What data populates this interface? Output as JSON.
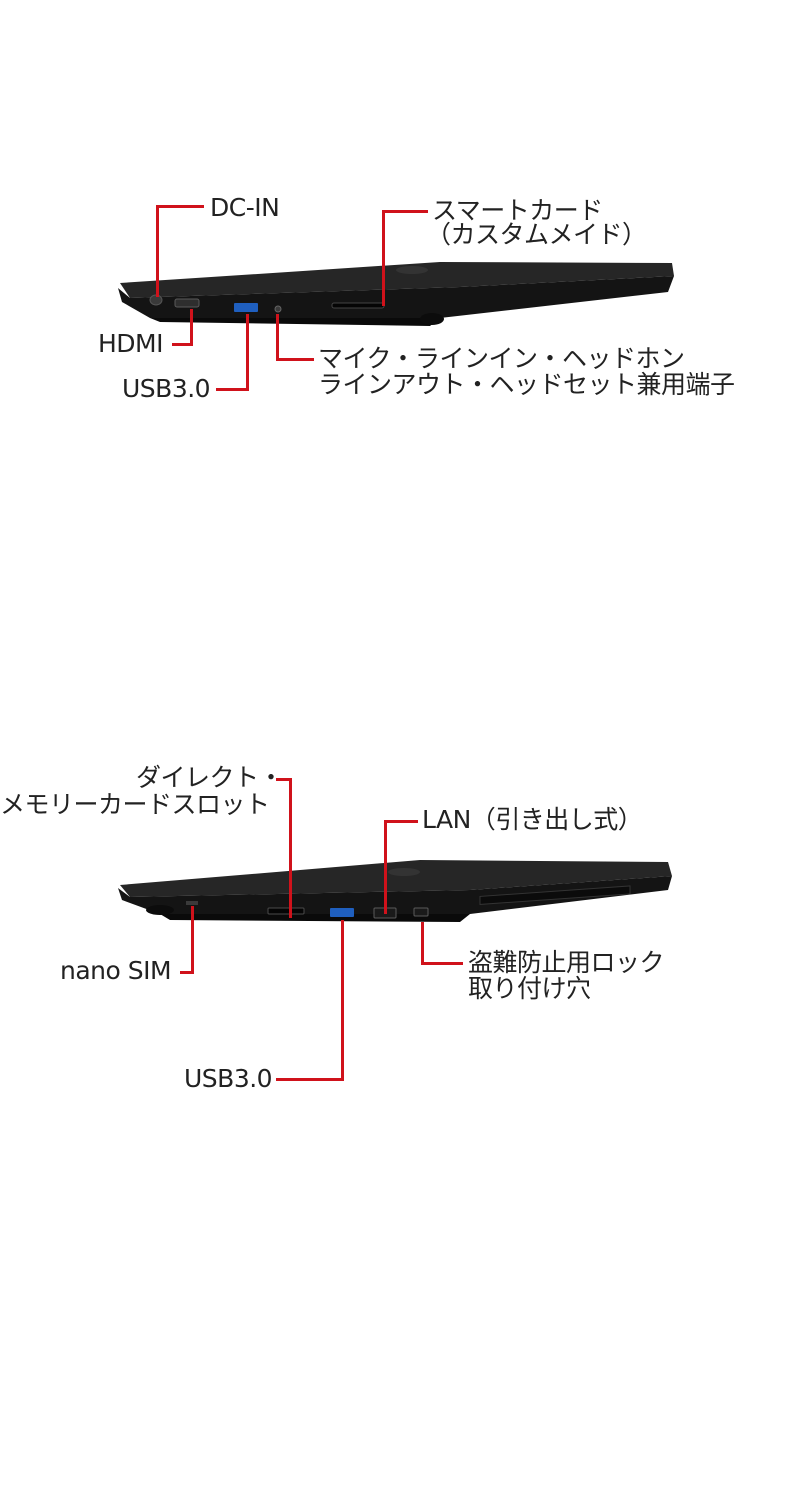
{
  "top_view": {
    "laptop_image": "laptop-left-side-view",
    "callouts": {
      "dc_in": "DC-IN",
      "smart_card_line1": "スマートカード",
      "smart_card_line2": "（カスタムメイド）",
      "hdmi": "HDMI",
      "usb": "USB3.0",
      "audio_line1": "マイク・ラインイン・ヘッドホン",
      "audio_line2": "ラインアウト・ヘッドセット兼用端子"
    }
  },
  "bottom_view": {
    "laptop_image": "laptop-right-side-view",
    "callouts": {
      "card_slot_line1": "ダイレクト・",
      "card_slot_line2": "メモリーカードスロット",
      "lan": "LAN（引き出し式）",
      "nano_sim": "nano SIM",
      "lock_line1": "盗難防止用ロック",
      "lock_line2": "取り付け穴",
      "usb": "USB3.0"
    }
  },
  "colors": {
    "callout_line": "#d0121b",
    "chassis": "#1c1c1c",
    "background": "#ffffff"
  }
}
